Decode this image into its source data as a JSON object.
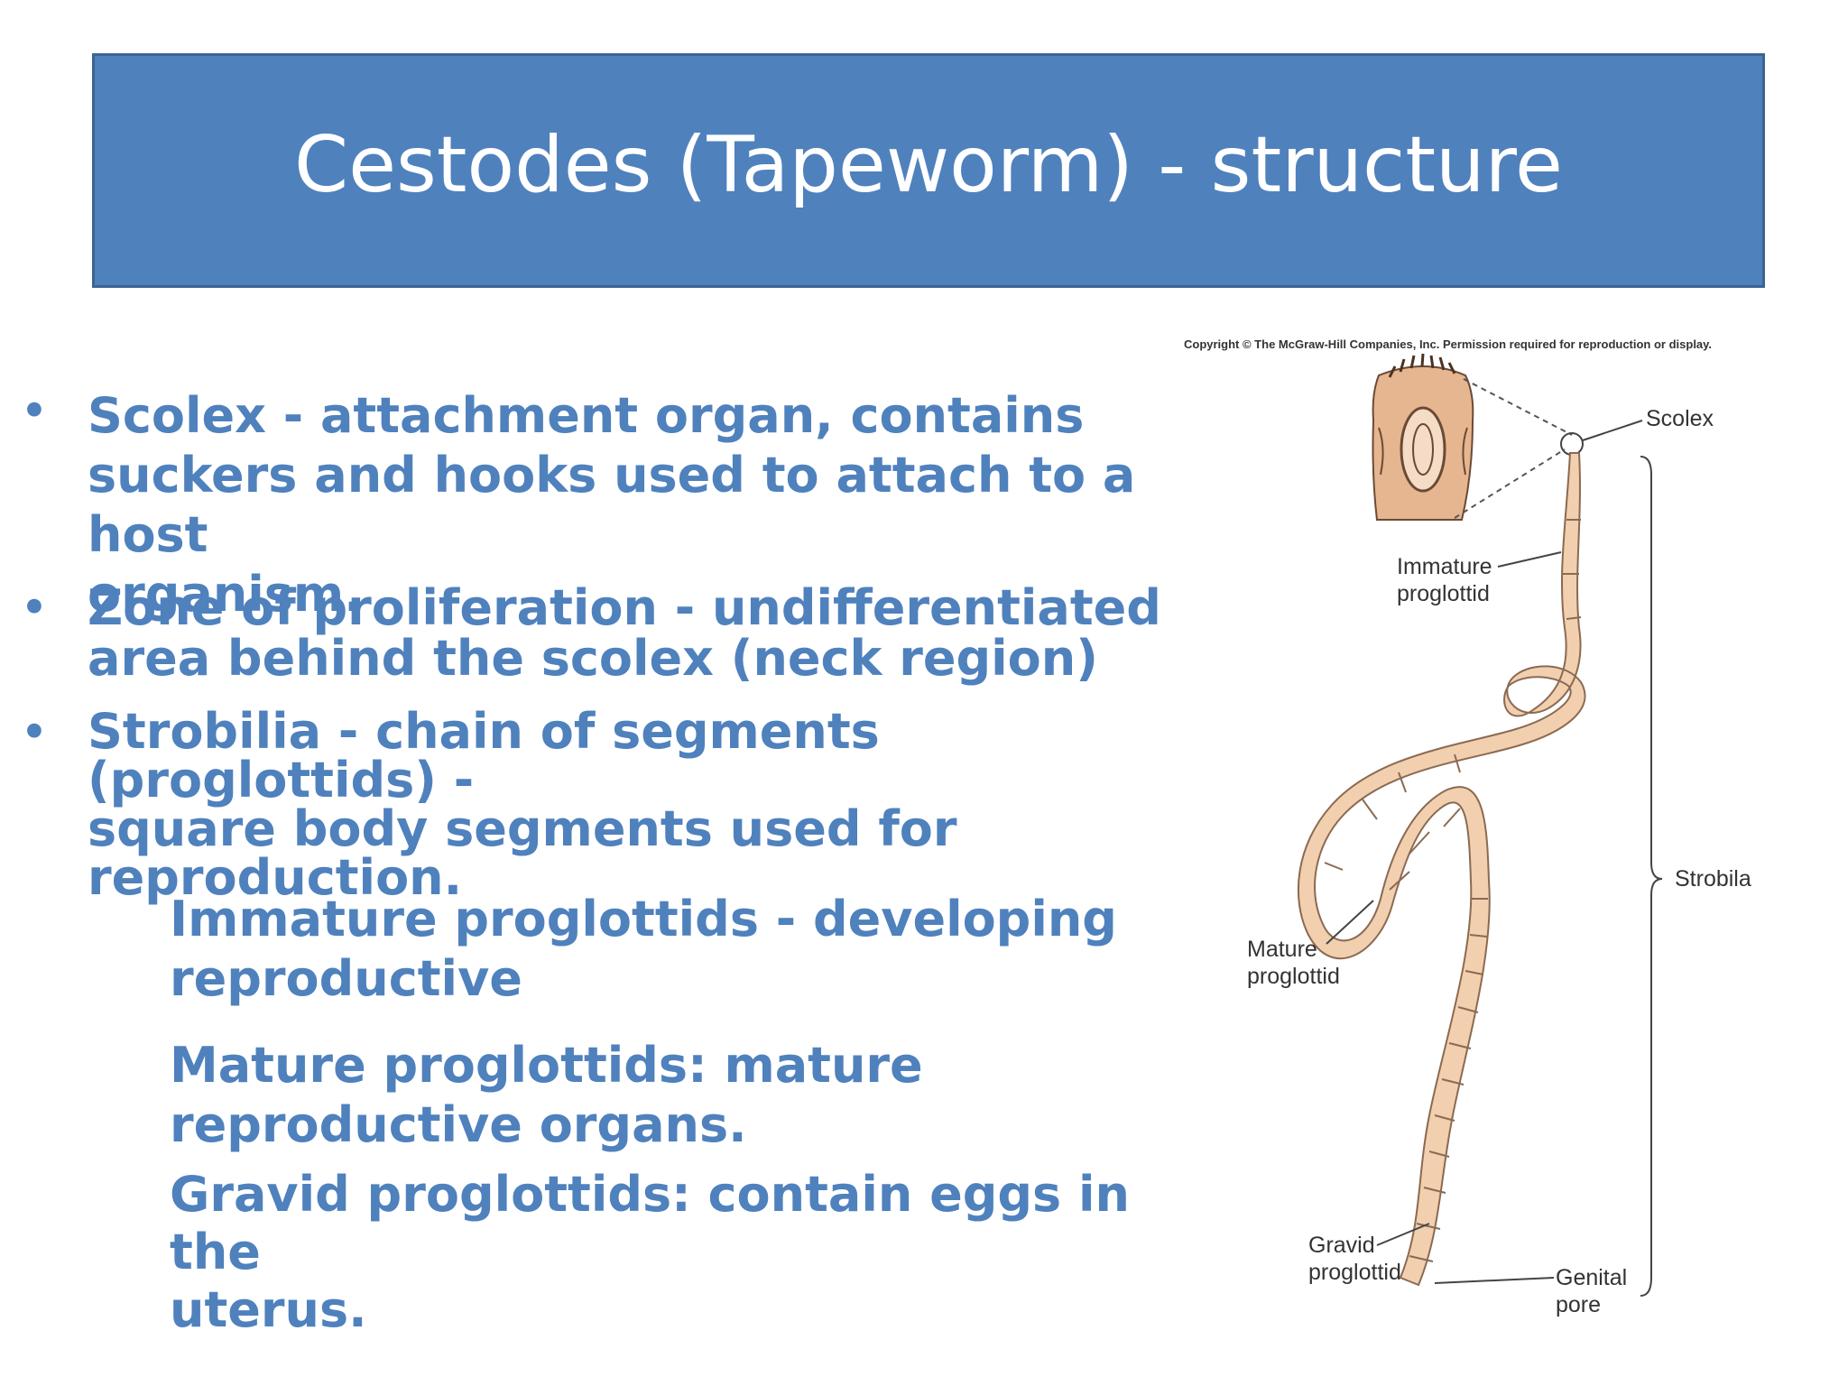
{
  "slide": {
    "title": "Cestodes (Tapeworm) - structure",
    "bullets": [
      {
        "dot": "•",
        "lines": [
          "Scolex - attachment organ, contains",
          "suckers and hooks used to attach to a host",
          "organism."
        ]
      },
      {
        "dot": "•",
        "lines": [
          "Zone of proliferation - undifferentiated",
          "area behind the scolex (neck region)"
        ]
      },
      {
        "dot": "•",
        "lines": [
          "Strobilia - chain of segments (proglottids) -",
          "square body segments used for",
          "reproduction."
        ]
      }
    ],
    "sub_items": [
      {
        "lines": [
          "Immature proglottids - developing",
          "reproductive"
        ]
      },
      {
        "lines": [
          "Mature proglottids: mature",
          "reproductive organs."
        ]
      },
      {
        "lines": [
          "Gravid proglottids: contain eggs in the",
          "uterus."
        ]
      }
    ]
  },
  "figure": {
    "copyright": "Copyright © The McGraw-Hill Companies, Inc. Permission required for reproduction or display.",
    "labels": {
      "scolex": "Scolex",
      "immature_1": "Immature",
      "immature_2": "proglottid",
      "strobila": "Strobila",
      "mature_1": "Mature",
      "mature_2": "proglottid",
      "gravid_1": "Gravid",
      "gravid_2": "proglottid",
      "genital_1": "Genital",
      "genital_2": "pore"
    },
    "colors": {
      "worm_fill": "#f2cfae",
      "worm_stroke": "#8a6a52",
      "title_bar": "#4f81bd",
      "text_blue": "#4f81bd"
    }
  }
}
